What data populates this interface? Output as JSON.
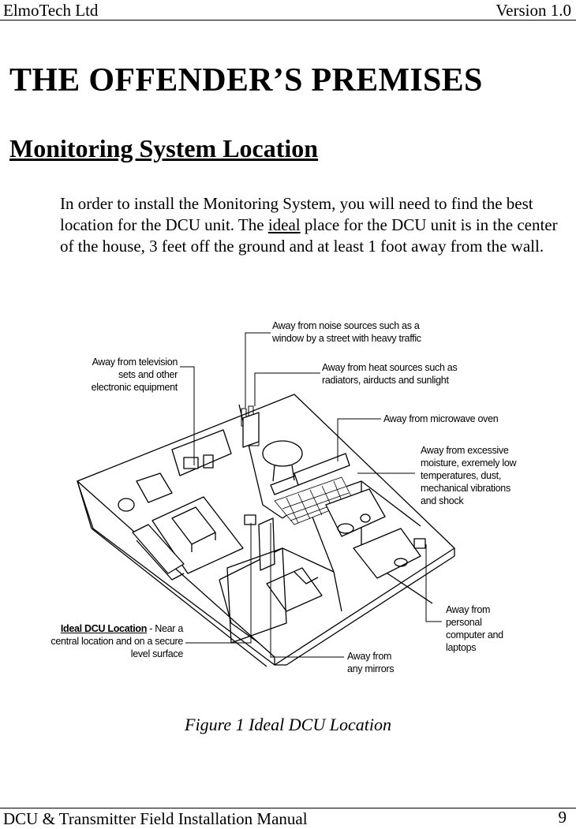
{
  "header": {
    "company": "ElmoTech Ltd",
    "version": "Version 1.0"
  },
  "title": "THE OFFENDER’S PREMISES",
  "subtitle": "Monitoring System Location",
  "paragraph": {
    "part1": "In order to install the Monitoring System, you will need to find the best location for the DCU unit. The ",
    "emphasis": "ideal",
    "part2": " place for the DCU unit is in the center of the house, 3 feet off the ground and at least 1 foot away from the wall."
  },
  "figure": {
    "labels": {
      "noise_1": "Away from noise sources such as a",
      "noise_2": "window by a street with heavy traffic",
      "tv_1": "Away from television",
      "tv_2": "sets and other",
      "tv_3": "electronic equipment",
      "heat_1": "Away from heat sources such as",
      "heat_2": "radiators, airducts and sunlight",
      "microwave": "Away from microwave oven",
      "moisture_1": "Away from excessive",
      "moisture_2": "moisture, exremely low",
      "moisture_3": "temperatures, dust,",
      "moisture_4": "mechanical vibrations",
      "moisture_5": "and  shock",
      "pc_1": "Away from",
      "pc_2": "personal",
      "pc_3": "computer and",
      "pc_4": "laptops",
      "mirror_1": "Away from",
      "mirror_2": "any mirrors",
      "ideal_bold": "Ideal DCU Location",
      "ideal_1": " - Near a",
      "ideal_2": "central location and on a secure",
      "ideal_3": "level surface"
    }
  },
  "caption": "Figure 1 Ideal DCU Location",
  "footer": {
    "manual": "DCU & Transmitter Field Installation Manual",
    "page": "9"
  }
}
